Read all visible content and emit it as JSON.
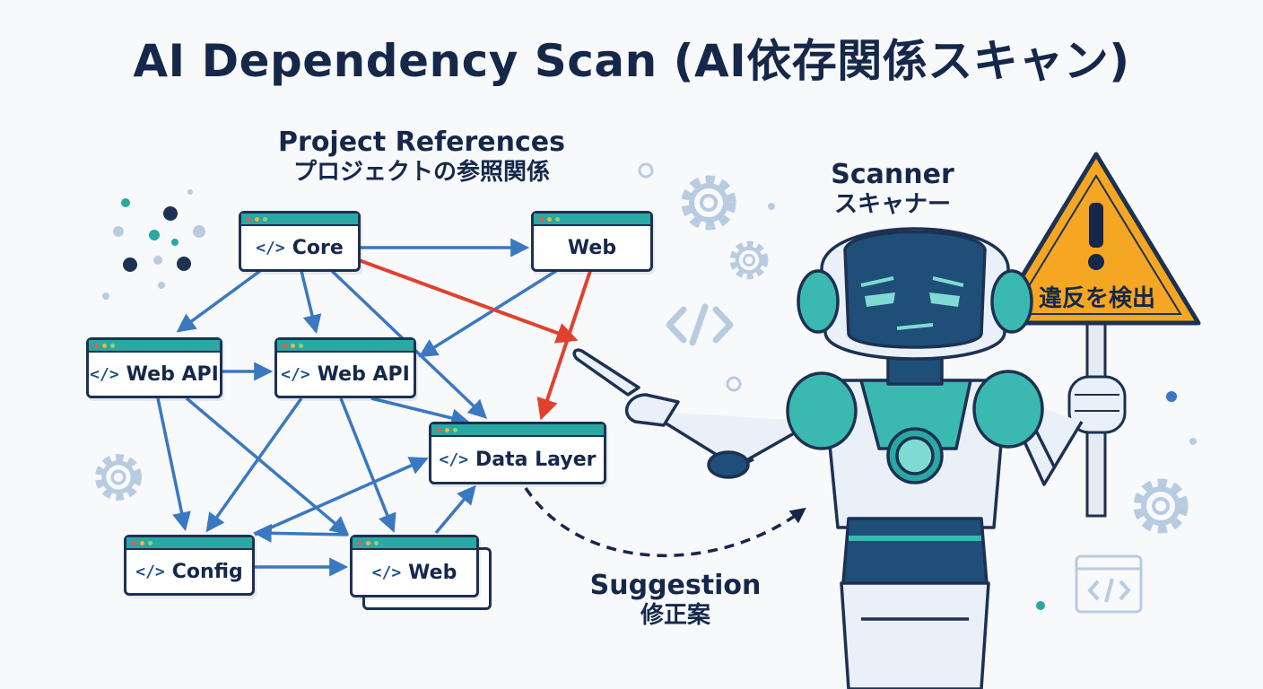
{
  "title": "AI Dependency Scan (AI依存関係スキャン)",
  "project_references": {
    "en": "Project References",
    "jp": "プロジェクトの参照関係"
  },
  "scanner": {
    "en": "Scanner",
    "jp": "スキャナー"
  },
  "suggestion": {
    "en": "Suggestion",
    "jp": "修正案"
  },
  "warning_sign": {
    "text": "違反を検出"
  },
  "node_code_glyph": "</>",
  "nodes": {
    "core": "Core",
    "web_top": "Web",
    "web_api_left": "Web API",
    "web_api_mid": "Web API",
    "data_layer": "Data Layer",
    "config": "Config",
    "web_bottom": "Web"
  },
  "colors": {
    "reference_arrow": "#3a78c0",
    "violation_arrow": "#e2402f",
    "node_bar": "#2aa8a3",
    "sign": "#f5a623",
    "robot_accent": "#3bb8b0"
  },
  "icons": [
    "gear-icon",
    "code-icon",
    "warning-icon",
    "browser-code-icon",
    "robot"
  ]
}
